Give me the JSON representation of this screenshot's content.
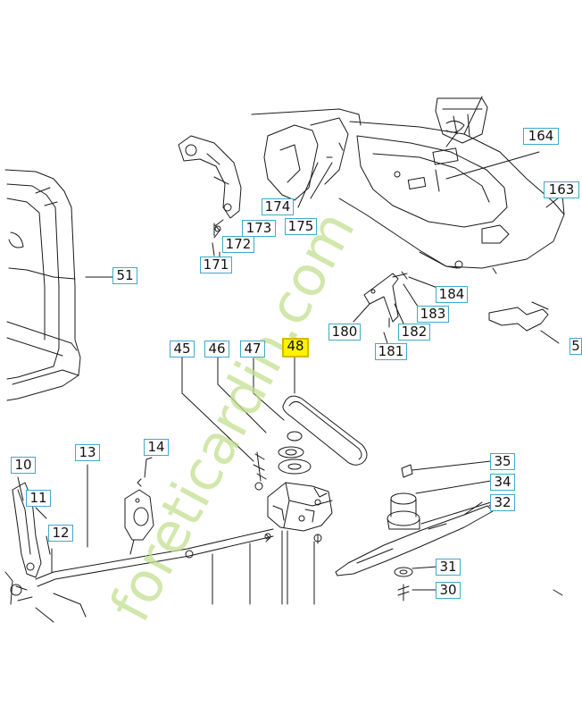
{
  "callouts": {
    "c10": "10",
    "c11": "11",
    "c12": "12",
    "c13": "13",
    "c14": "14",
    "c30": "30",
    "c31": "31",
    "c32": "32",
    "c34": "34",
    "c35": "35",
    "c45": "45",
    "c46": "46",
    "c47": "47",
    "c48": "48",
    "c51": "51",
    "c163": "163",
    "c164": "164",
    "c171": "171",
    "c172": "172",
    "c173": "173",
    "c174": "174",
    "c175": "175",
    "c180": "180",
    "c181": "181",
    "c182": "182",
    "c183": "183",
    "c184": "184",
    "c5": "5"
  },
  "highlighted_part": "48",
  "colors": {
    "callout_border": "#3fa9c9",
    "highlight": "#fff200",
    "watermark": "#c3df8f",
    "line": "#1a1a1a"
  },
  "watermark": {
    "text": "foreticardin.com"
  }
}
